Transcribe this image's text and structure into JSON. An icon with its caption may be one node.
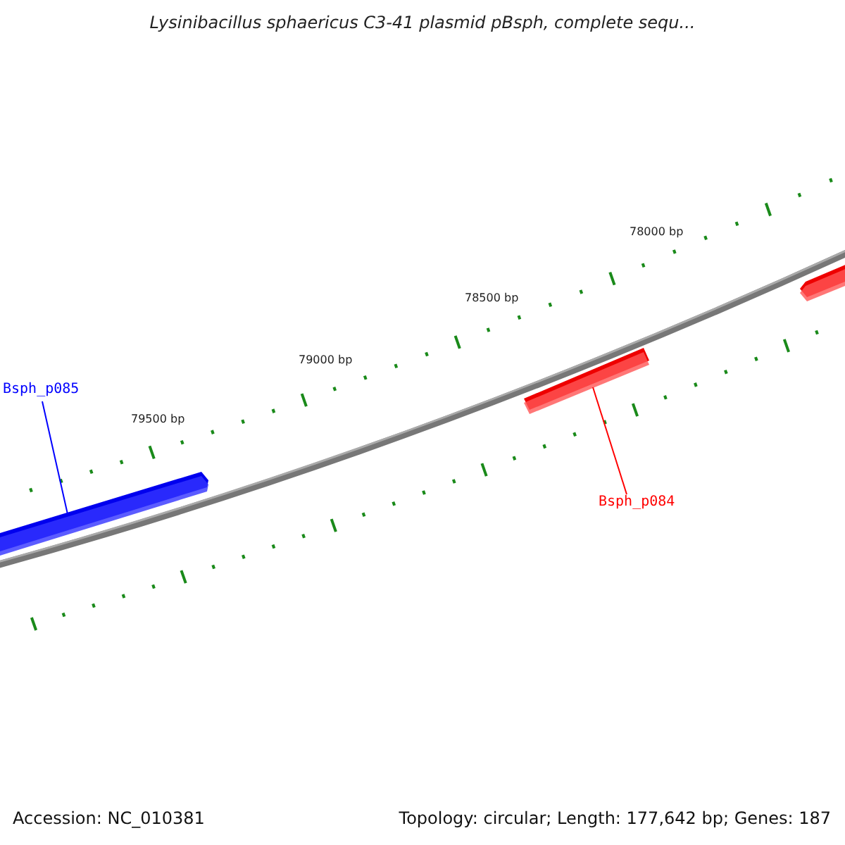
{
  "diagram": {
    "title": "Lysinibacillus sphaericus C3-41 plasmid pBsph, complete sequ...",
    "nodes": [
      {
        "text": [
          "Bsph_p085"
        ]
      },
      {
        "text": [],
        "shape": "bar"
      },
      {
        "text": [],
        "shape": "bar"
      },
      {
        "text": [],
        "shape": "bar"
      },
      {
        "text": [
          "Bsph_p084"
        ]
      }
    ],
    "edges": [
      {
        "from": 0,
        "to": 1,
        "arrow": "none",
        "color": "#0000ff"
      },
      {
        "from": 4,
        "to": 2,
        "arrow": "none",
        "color": "#ff0000"
      }
    ],
    "labels": [
      "78000 bp",
      "78500 bp",
      "79000 bp",
      "79500 bp",
      "Accession: NC_010381",
      "Topology: circular; Length: 177,642 bp; Genes: 187"
    ]
  }
}
